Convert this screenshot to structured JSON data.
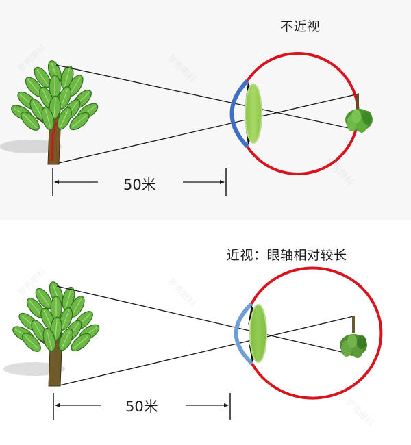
{
  "panels": {
    "normal": {
      "title": "不近视",
      "distance_label": "50米"
    },
    "myopia": {
      "title": "近视：眼轴相对较长",
      "distance_label": "50米"
    }
  },
  "watermark": "罗秀眼科",
  "colors": {
    "sclera": "#d8141e",
    "cornea_normal": "#3f6fc2",
    "cornea_myopia": "#6f9fd2",
    "lens": "#9ccf56",
    "lens_edge": "#7fb43a",
    "foliage": "#5fae3a",
    "foliage_dark": "#2f6e1e",
    "trunk": "#6b4a22",
    "trunk_accent": "#c0201a",
    "ray": "#1a1a1a",
    "top_background": "#f7f7f7"
  }
}
